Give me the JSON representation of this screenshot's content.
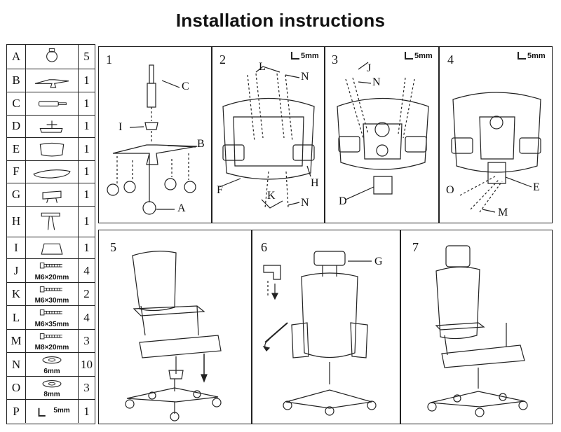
{
  "title": "Installation instructions",
  "parts": [
    {
      "letter": "A",
      "qty": "5",
      "icon": "caster-wheel-icon",
      "label": ""
    },
    {
      "letter": "B",
      "qty": "1",
      "icon": "star-base-icon",
      "label": ""
    },
    {
      "letter": "C",
      "qty": "1",
      "icon": "gas-cylinder-icon",
      "label": ""
    },
    {
      "letter": "D",
      "qty": "1",
      "icon": "seat-mechanism-icon",
      "label": ""
    },
    {
      "letter": "E",
      "qty": "1",
      "icon": "backrest-frame-icon",
      "label": ""
    },
    {
      "letter": "F",
      "qty": "1",
      "icon": "seat-cushion-icon",
      "label": ""
    },
    {
      "letter": "G",
      "qty": "1",
      "icon": "headrest-icon",
      "label": ""
    },
    {
      "letter": "H",
      "qty": "1",
      "icon": "armrest-icon",
      "label": ""
    },
    {
      "letter": "I",
      "qty": "1",
      "icon": "cylinder-cover-icon",
      "label": ""
    },
    {
      "letter": "J",
      "qty": "4",
      "icon": "bolt-icon",
      "label": "M6×20mm"
    },
    {
      "letter": "K",
      "qty": "2",
      "icon": "bolt-icon",
      "label": "M6×30mm"
    },
    {
      "letter": "L",
      "qty": "4",
      "icon": "bolt-icon",
      "label": "M6×35mm"
    },
    {
      "letter": "M",
      "qty": "3",
      "icon": "bolt-icon",
      "label": "M8×20mm"
    },
    {
      "letter": "N",
      "qty": "10",
      "icon": "washer-icon",
      "label": "6mm"
    },
    {
      "letter": "O",
      "qty": "3",
      "icon": "washer-icon",
      "label": "8mm"
    },
    {
      "letter": "P",
      "qty": "1",
      "icon": "hex-key-icon",
      "label": "5mm"
    }
  ],
  "steps": [
    {
      "number": "1",
      "callouts": [
        "C",
        "I",
        "B",
        "A"
      ],
      "wrench": ""
    },
    {
      "number": "2",
      "callouts": [
        "L",
        "N",
        "F",
        "H",
        "K",
        "N"
      ],
      "wrench": "5mm"
    },
    {
      "number": "3",
      "callouts": [
        "J",
        "N",
        "D"
      ],
      "wrench": "5mm"
    },
    {
      "number": "4",
      "callouts": [
        "O",
        "E",
        "M"
      ],
      "wrench": "5mm"
    },
    {
      "number": "5",
      "callouts": [],
      "wrench": ""
    },
    {
      "number": "6",
      "callouts": [
        "G"
      ],
      "wrench": ""
    },
    {
      "number": "7",
      "callouts": [],
      "wrench": ""
    }
  ]
}
